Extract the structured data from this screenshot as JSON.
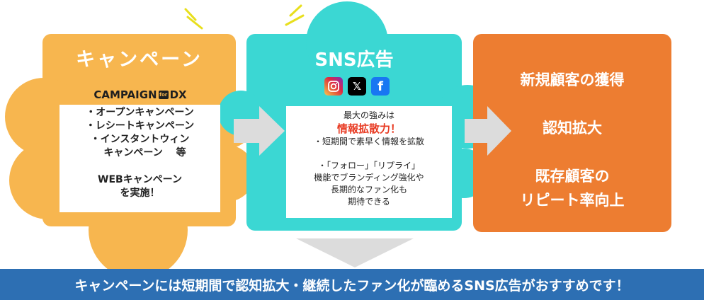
{
  "colors": {
    "campaign_bg": "#f7b64f",
    "sns_bg": "#3bd7d3",
    "result_bg": "#ed7d31",
    "banner_bg": "#2d6fb3",
    "arrow": "#dcdcdc",
    "highlight": "#e83a22",
    "spark": "#e8df1d"
  },
  "campaign": {
    "title": "キャンペーン",
    "logo_left": "CAMPAIGN",
    "logo_mark": "for",
    "logo_right": "DX",
    "lines": [
      "・オープンキャンペーン",
      "・レシートキャンペーン",
      "・インスタントウィン",
      "　キャンペーン　 等",
      "",
      "WEBキャンペーン",
      "を実施！"
    ]
  },
  "sns": {
    "title": "SNS広告",
    "icons": [
      "instagram-icon",
      "x-icon",
      "facebook-icon"
    ],
    "icon_x": "𝕏",
    "icon_fb": "f",
    "intro": "最大の強みは",
    "highlight": "情報拡散力！",
    "lines": [
      "・短期間で素早く情報を拡散",
      "",
      "・「フォロー」「リプライ」",
      "機能でブランディング強化や",
      "長期的なファン化も",
      "期待できる"
    ]
  },
  "results": {
    "items": [
      "新規顧客の獲得",
      "認知拡大",
      "既存顧客の",
      "リピート率向上"
    ]
  },
  "banner": {
    "text": "キャンペーンには短期間で認知拡大・継続したファン化が臨めるSNS広告がおすすめです！"
  }
}
